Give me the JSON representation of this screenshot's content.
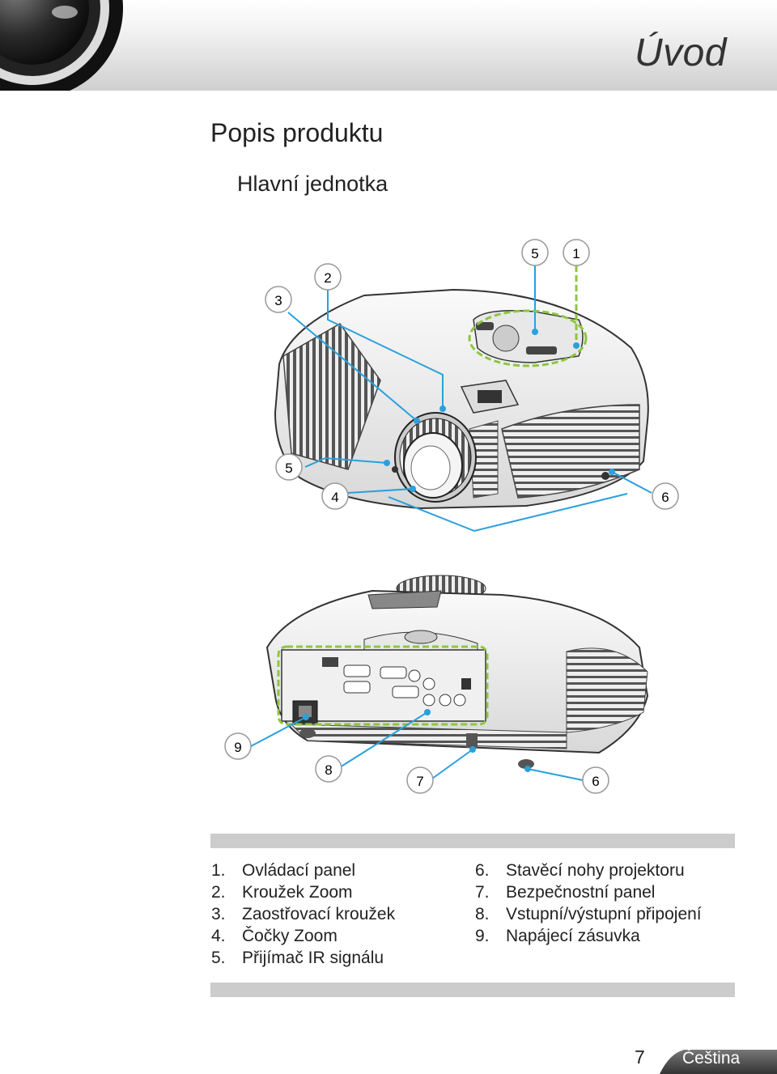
{
  "header": {
    "section": "Úvod"
  },
  "page": {
    "title": "Popis produktu",
    "subtitle": "Hlavní jednotka"
  },
  "callouts": {
    "top_view": [
      "5",
      "1",
      "2",
      "3",
      "5",
      "4",
      "6"
    ],
    "rear_view": [
      "9",
      "8",
      "7",
      "6"
    ]
  },
  "legend": {
    "left": [
      {
        "num": "1.",
        "label": "Ovládací panel"
      },
      {
        "num": "2.",
        "label": "Kroužek Zoom"
      },
      {
        "num": "3.",
        "label": "Zaostřovací kroužek"
      },
      {
        "num": "4.",
        "label": "Čočky Zoom"
      },
      {
        "num": "5.",
        "label": "Přijímač IR signálu"
      }
    ],
    "right": [
      {
        "num": "6.",
        "label": "Stavěcí nohy projektoru"
      },
      {
        "num": "7.",
        "label": "Bezpečnostní panel"
      },
      {
        "num": "8.",
        "label": "Vstupní/výstupní připojení"
      },
      {
        "num": "9.",
        "label": "Napájecí zásuvka"
      }
    ]
  },
  "footer": {
    "page_number": "7",
    "language": "Čeština"
  },
  "colors": {
    "callout_line": "#2aa0dc",
    "highlight_dash": "#8cc63f",
    "gray_bar": "#cccccc",
    "footer_tab": "#555555"
  }
}
